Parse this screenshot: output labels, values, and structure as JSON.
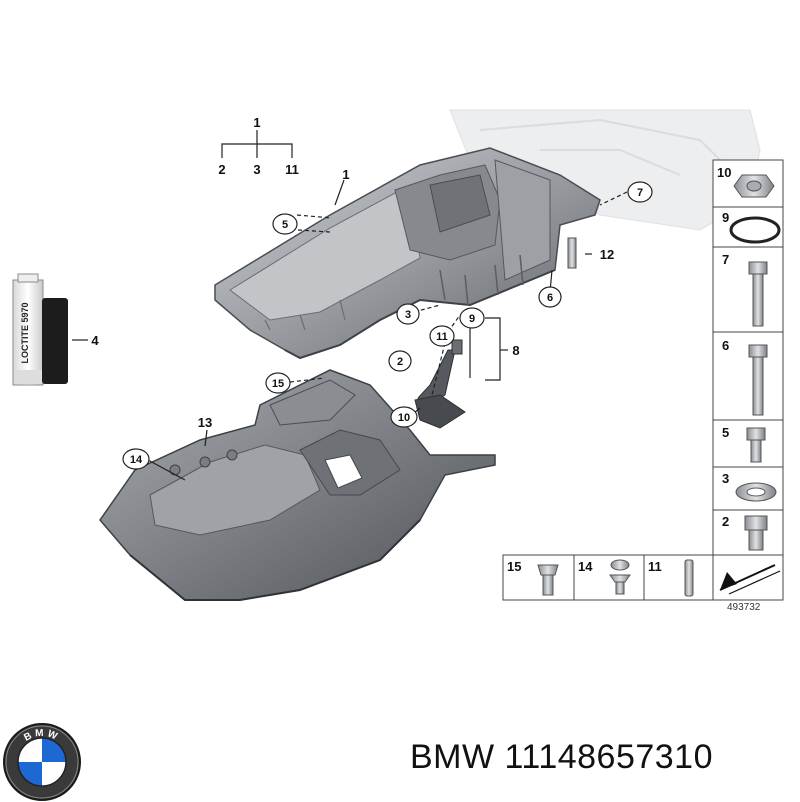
{
  "diagram": {
    "tree_labels": {
      "top": "1",
      "left": "2",
      "middle": "3",
      "right": "11"
    },
    "callouts": {
      "oil_pan_upper": "1",
      "sealant": "4",
      "gasket_screw": "5",
      "bolt_6": "6",
      "bolt_7": "7",
      "sensor_group": "8",
      "washer_3": "3",
      "plug_2": "2",
      "ring_9": "9",
      "ring_11": "11",
      "nut_10": "10",
      "sensor_12": "12",
      "lower_pan": "13",
      "rivet_14": "14",
      "clip_15": "15"
    },
    "sealant_tube_text": "LOCTITE 5970",
    "parts_table": {
      "right_column": [
        "10",
        "9",
        "7",
        "6",
        "5",
        "3",
        "2"
      ],
      "bottom_row": [
        "15",
        "14",
        "11"
      ]
    },
    "diagram_code": "493732"
  },
  "brand": {
    "logo_text": "BMW",
    "name": "BMW",
    "part_number": "11148657310"
  }
}
